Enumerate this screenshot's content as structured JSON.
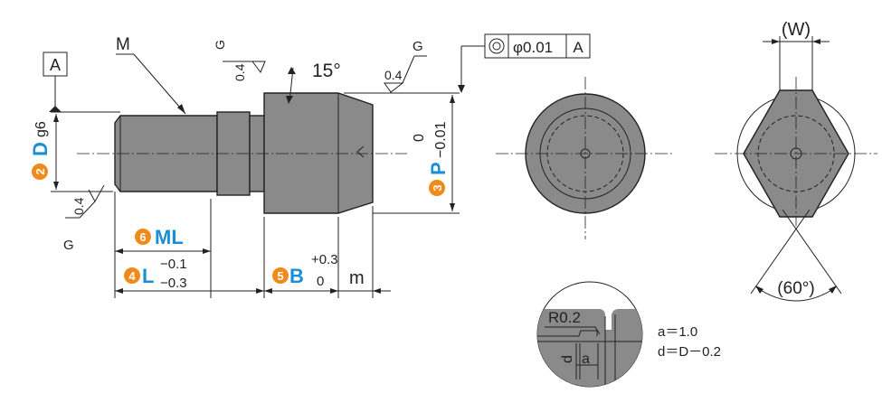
{
  "datum": {
    "letter": "A"
  },
  "thread": {
    "label": "M"
  },
  "surface": {
    "symbol_value": "0.4",
    "grade": "G"
  },
  "angle": {
    "label": "15°"
  },
  "fcf": {
    "value": "φ0.01",
    "datum": "A"
  },
  "dim_D": {
    "number": "2",
    "letter": "D",
    "tolerance": "g6"
  },
  "dim_P": {
    "number": "3",
    "letter": "P",
    "tol_upper": "0",
    "tol_lower": "−0.01"
  },
  "dim_ML": {
    "number": "6",
    "letter": "ML"
  },
  "dim_L": {
    "number": "4",
    "letter": "L",
    "tol_upper": "−0.1",
    "tol_lower": "−0.3"
  },
  "dim_B": {
    "number": "5",
    "letter": "B",
    "tol_upper": "+0.3",
    "tol_lower": "0"
  },
  "dim_m": {
    "label": "m"
  },
  "dim_W": {
    "label": "(W)"
  },
  "dim_angle": {
    "label": "(60°)"
  },
  "detail": {
    "radius": "R0.2",
    "a_label": "a",
    "d_label": "d",
    "note_a": "a＝1.0",
    "note_d": "d＝D－0.2"
  }
}
